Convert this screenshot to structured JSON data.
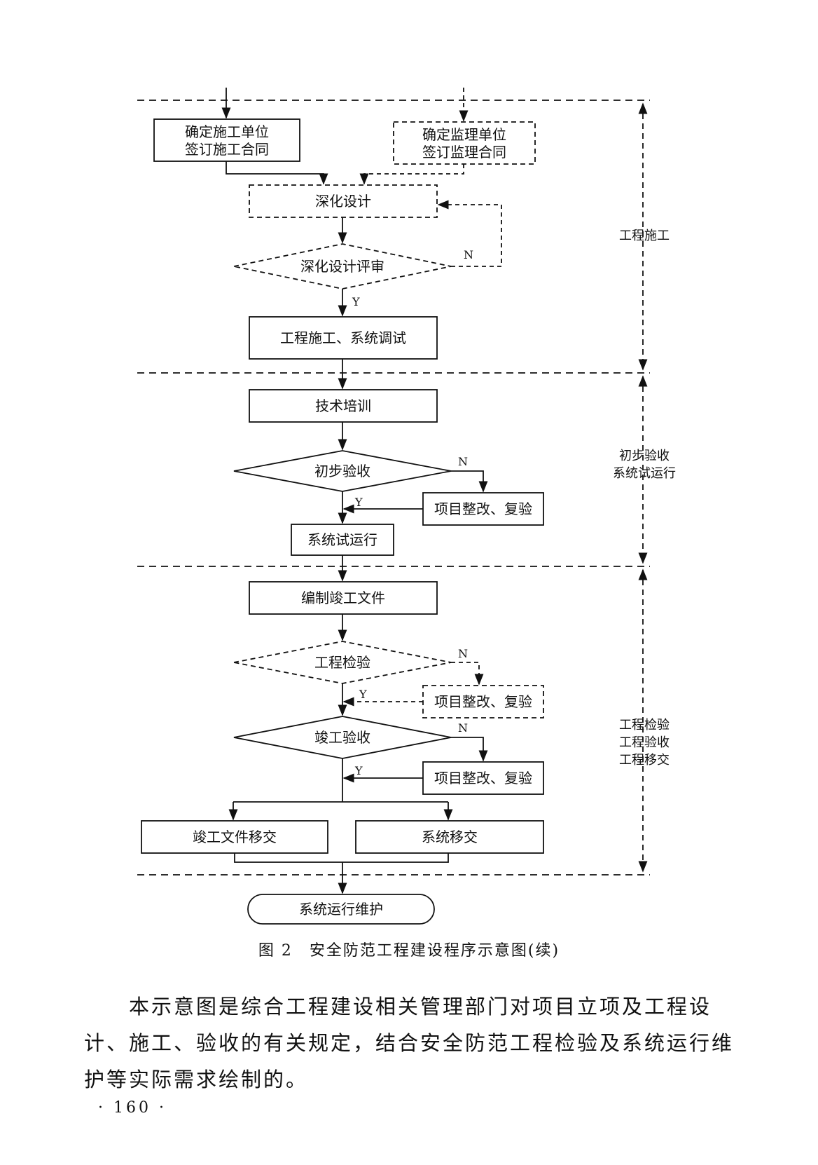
{
  "stages": {
    "stage1": "工程施工",
    "stage2_line1": "初步验收",
    "stage2_line2": "系统试运行",
    "stage3_line1": "工程检验",
    "stage3_line2": "工程验收",
    "stage3_line3": "工程移交"
  },
  "nodes": {
    "construction_unit_line1": "确定施工单位",
    "construction_unit_line2": "签订施工合同",
    "supervision_unit_line1": "确定监理单位",
    "supervision_unit_line2": "签订监理合同",
    "deepen_design": "深化设计",
    "deepen_design_review": "深化设计评审",
    "construction_debug": "工程施工、系统调试",
    "tech_training": "技术培训",
    "preliminary_acceptance": "初步验收",
    "rectify_1": "项目整改、复验",
    "trial_run": "系统试运行",
    "completion_docs": "编制竣工文件",
    "engineering_inspection": "工程检验",
    "rectify_2": "项目整改、复验",
    "completion_acceptance": "竣工验收",
    "rectify_3": "项目整改、复验",
    "handover_docs": "竣工文件移交",
    "handover_system": "系统移交",
    "maintenance": "系统运行维护"
  },
  "labels": {
    "yes": "Y",
    "no": "N"
  },
  "caption": "图 2　安全防范工程建设程序示意图(续)",
  "paragraph_line1": "本示意图是综合工程建设相关管理部门对项目立项及工程设",
  "paragraph_line2": "计、施工、验收的有关规定，结合安全防范工程检验及系统运行维",
  "paragraph_line3": "护等实际需求绘制的。",
  "page_number": "· 160 ·"
}
